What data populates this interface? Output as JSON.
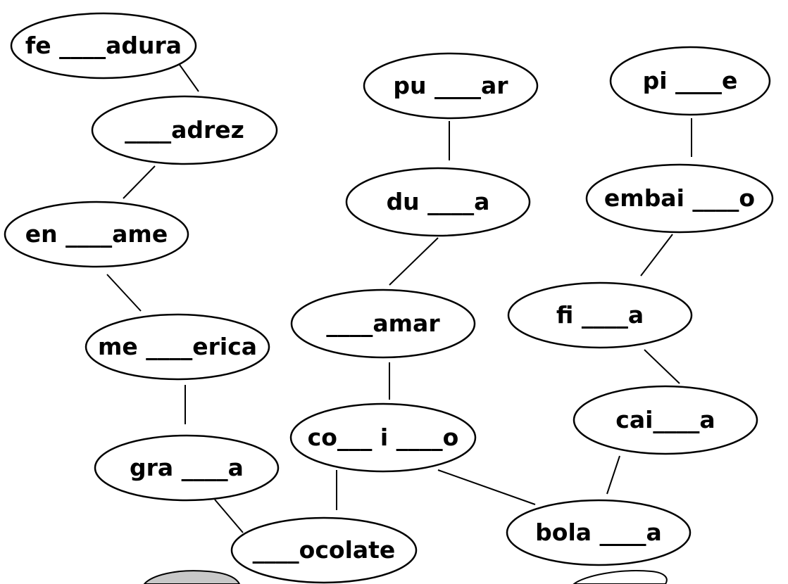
{
  "worksheet": {
    "words": [
      {
        "id": "w1",
        "text": "fe ____adura"
      },
      {
        "id": "w2",
        "text": "____adrez"
      },
      {
        "id": "w3",
        "text": "en ____ame"
      },
      {
        "id": "w4",
        "text": "me ____erica"
      },
      {
        "id": "w5",
        "text": "gra ____a"
      },
      {
        "id": "w6",
        "text": "____ocolate"
      },
      {
        "id": "w7",
        "text": "pu ____ar"
      },
      {
        "id": "w8",
        "text": "du ____a"
      },
      {
        "id": "w9",
        "text": "____amar"
      },
      {
        "id": "w10",
        "text": "co___ i ____o"
      },
      {
        "id": "w11",
        "text": "pi ____e"
      },
      {
        "id": "w12",
        "text": "embai ____o"
      },
      {
        "id": "w13",
        "text": "fi ____a"
      },
      {
        "id": "w14",
        "text": "cai____a"
      },
      {
        "id": "w15",
        "text": "bola ____a"
      }
    ],
    "connections": [
      [
        "w1",
        "w2"
      ],
      [
        "w2",
        "w3"
      ],
      [
        "w3",
        "w4"
      ],
      [
        "w4",
        "w5"
      ],
      [
        "w5",
        "w6"
      ],
      [
        "w7",
        "w8"
      ],
      [
        "w8",
        "w9"
      ],
      [
        "w9",
        "w10"
      ],
      [
        "w10",
        "w6"
      ],
      [
        "w10",
        "w15"
      ],
      [
        "w11",
        "w12"
      ],
      [
        "w12",
        "w13"
      ],
      [
        "w13",
        "w14"
      ],
      [
        "w14",
        "w15"
      ]
    ],
    "colors": {
      "ink": "#000000",
      "paper": "#ffffff",
      "cloud": "#c8c8c8"
    }
  }
}
